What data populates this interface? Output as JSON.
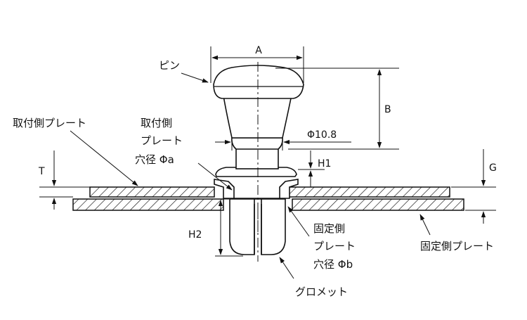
{
  "labels": {
    "pin": "ピン",
    "mounting_plate": "取付側プレート",
    "mounting_hole_line1": "取付側",
    "mounting_hole_line2": "プレート",
    "mounting_hole_line3": "穴径 Φa",
    "fixed_hole_line1": "固定側",
    "fixed_hole_line2": "プレート",
    "fixed_hole_line3": "穴径 Φb",
    "fixed_plate": "固定側プレート",
    "grommet": "グロメット"
  },
  "dimensions": {
    "A": "A",
    "B": "B",
    "phi": "Φ10.8",
    "H1": "H1",
    "H2": "H2",
    "T": "T",
    "G": "G"
  }
}
